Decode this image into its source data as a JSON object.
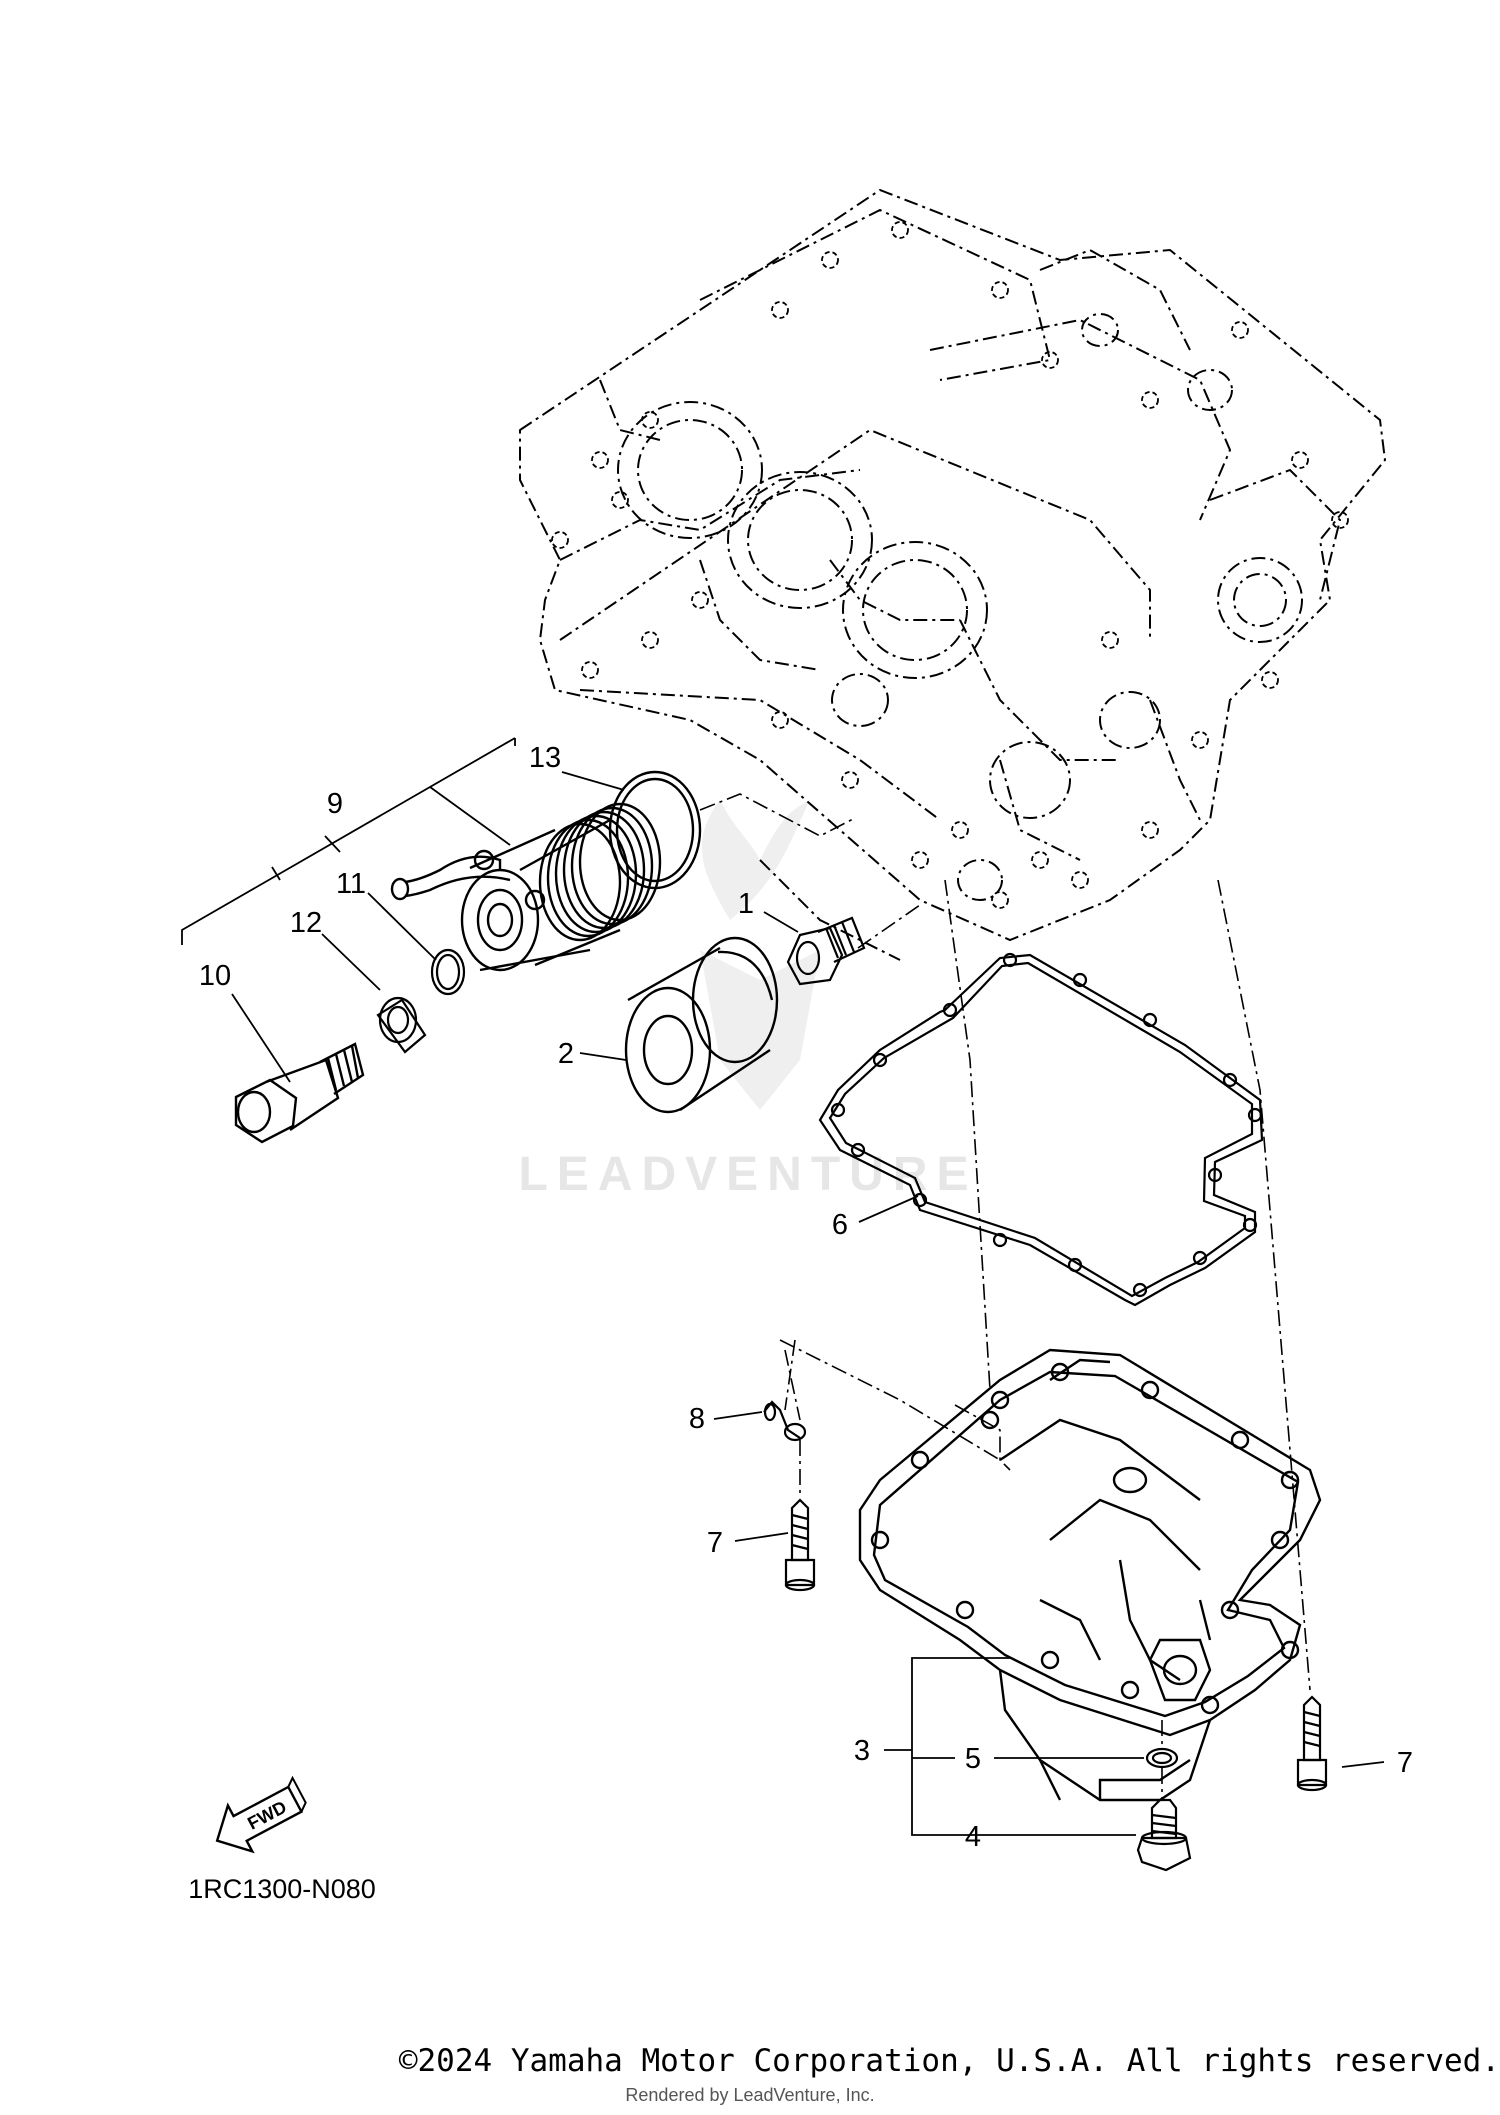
{
  "diagram": {
    "code": "1RC1300-N080",
    "fwd": "FWD",
    "watermark": "LEADVENTURE",
    "callouts": {
      "c1": "1",
      "c2": "2",
      "c3": "3",
      "c4": "4",
      "c5": "5",
      "c6": "6",
      "c7a": "7",
      "c7b": "7",
      "c8": "8",
      "c9": "9",
      "c10": "10",
      "c11": "11",
      "c12": "12",
      "c13": "13"
    }
  },
  "footer": {
    "copyright": "©2024 Yamaha Motor Corporation, U.S.A. All rights reserved.",
    "rendered_by": "Rendered by LeadVenture, Inc."
  }
}
